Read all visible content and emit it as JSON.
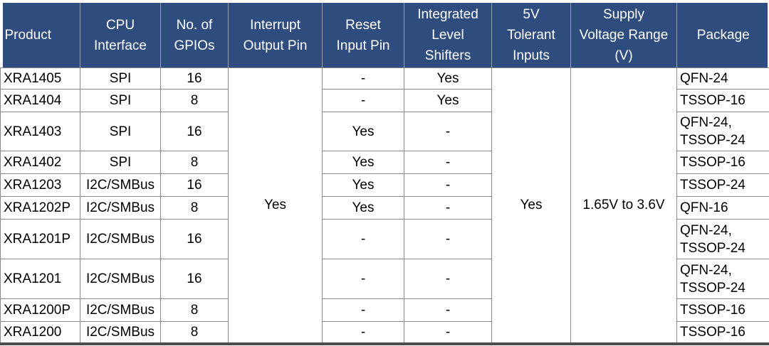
{
  "table": {
    "headers": {
      "product": "Product",
      "cpu_interface": "CPU\nInterface",
      "gpios": "No. of\nGPIOs",
      "interrupt_output_pin": "Interrupt\nOutput Pin",
      "reset_input_pin": "Reset\nInput Pin",
      "level_shifters": "Integrated\nLevel\nShifters",
      "five_v_tolerant_inputs": "5V\nTolerant\nInputs",
      "supply_voltage_range": "Supply\nVoltage Range\n(V)",
      "package": "Package"
    },
    "merged": {
      "interrupt_output_pin": "Yes",
      "five_v_tolerant_inputs": "Yes",
      "supply_voltage_range": "1.65V to 3.6V"
    },
    "rows": [
      {
        "product": "XRA1405",
        "cpu_interface": "SPI",
        "gpios": "16",
        "reset_input_pin": "-",
        "level_shifters": "Yes",
        "package": "QFN-24"
      },
      {
        "product": "XRA1404",
        "cpu_interface": "SPI",
        "gpios": "8",
        "reset_input_pin": "-",
        "level_shifters": "Yes",
        "package": "TSSOP-16"
      },
      {
        "product": "XRA1403",
        "cpu_interface": "SPI",
        "gpios": "16",
        "reset_input_pin": "Yes",
        "level_shifters": "-",
        "package": "QFN-24,\nTSSOP-24"
      },
      {
        "product": "XRA1402",
        "cpu_interface": "SPI",
        "gpios": "8",
        "reset_input_pin": "Yes",
        "level_shifters": "-",
        "package": "TSSOP-16"
      },
      {
        "product": "XRA1203",
        "cpu_interface": "I2C/SMBus",
        "gpios": "16",
        "reset_input_pin": "Yes",
        "level_shifters": "-",
        "package": "TSSOP-24"
      },
      {
        "product": "XRA1202P",
        "cpu_interface": "I2C/SMBus",
        "gpios": "8",
        "reset_input_pin": "Yes",
        "level_shifters": "-",
        "package": "QFN-16"
      },
      {
        "product": "XRA1201P",
        "cpu_interface": "I2C/SMBus",
        "gpios": "16",
        "reset_input_pin": "-",
        "level_shifters": "-",
        "package": "QFN-24,\nTSSOP-24"
      },
      {
        "product": "XRA1201",
        "cpu_interface": "I2C/SMBus",
        "gpios": "16",
        "reset_input_pin": "-",
        "level_shifters": "-",
        "package": "QFN-24,\nTSSOP-24"
      },
      {
        "product": "XRA1200P",
        "cpu_interface": "I2C/SMBus",
        "gpios": "8",
        "reset_input_pin": "-",
        "level_shifters": "-",
        "package": "TSSOP-16"
      },
      {
        "product": "XRA1200",
        "cpu_interface": "I2C/SMBus",
        "gpios": "8",
        "reset_input_pin": "-",
        "level_shifters": "-",
        "package": "TSSOP-16"
      }
    ],
    "colors": {
      "header_bg": "#2E4C7D",
      "header_text": "#FFFFFF",
      "header_divider": "#939CAC",
      "grid_line": "#8A8A8A",
      "bottom_border": "#4D4D4D",
      "body_text": "#000000"
    }
  }
}
